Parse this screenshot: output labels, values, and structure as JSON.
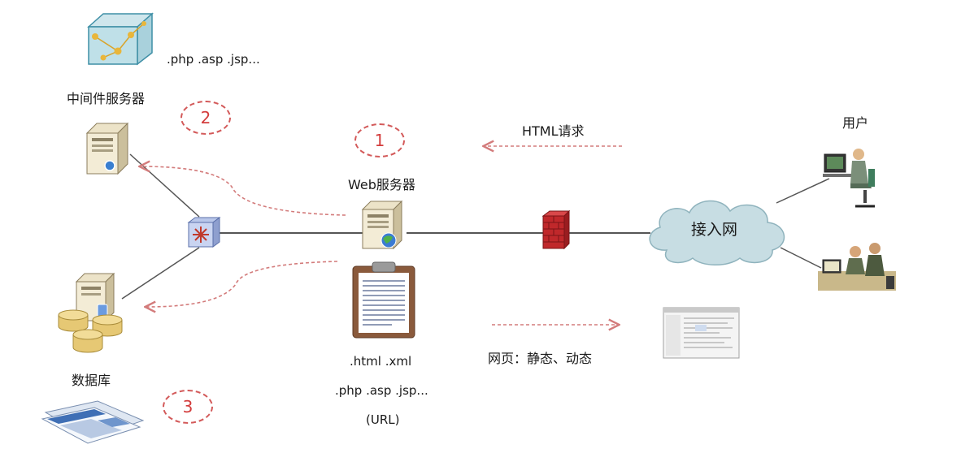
{
  "labels": {
    "middleware_exts": ".php  .asp .jsp...",
    "middleware_server": "中间件服务器",
    "web_server": "Web服务器",
    "html_request": "HTML请求",
    "users": "用户",
    "access_network": "接入网",
    "database": "数据库",
    "page_types": "网页：静态、动态",
    "doc_exts_1": ".html  .xml",
    "doc_exts_2": ".php  .asp .jsp...",
    "doc_exts_3": "(URL)"
  },
  "steps": [
    "1",
    "2",
    "3"
  ],
  "colors": {
    "line": "#555555",
    "dashed_arrow": "#d37b7b",
    "step_circle": "#d35a5a",
    "cloud": "#c7dde3",
    "firewall": "#c0282b"
  }
}
